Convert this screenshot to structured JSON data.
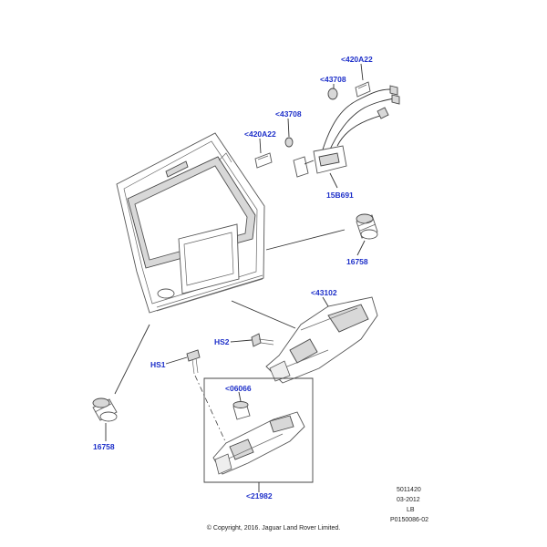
{
  "callouts": {
    "c1": "<420A22",
    "c2": "<43708",
    "c3": "<43708",
    "c4": "<420A22",
    "c5": "15B691",
    "c6": "16758",
    "c7": "<43102",
    "c8": "HS2",
    "c9": "HS1",
    "c10": "<06066",
    "c11": "16758",
    "c12": "<21982"
  },
  "meta": {
    "code": "5011420",
    "date": "03-2012",
    "region": "LB",
    "drawing": "P0150086-02"
  },
  "copyright": "© Copyright, 2016. Jaguar Land Rover Limited."
}
